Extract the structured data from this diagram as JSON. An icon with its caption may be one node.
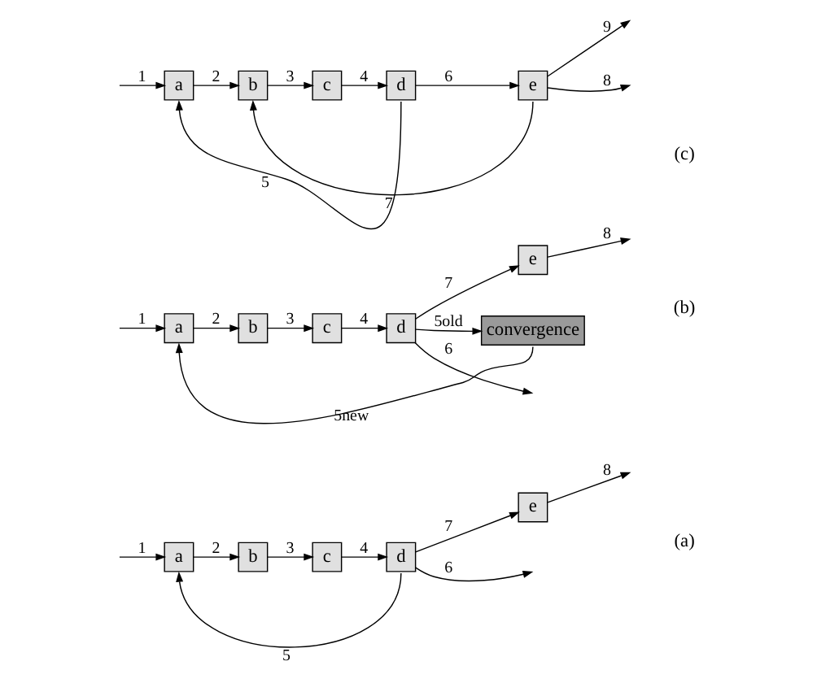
{
  "diagram": {
    "nodes": [
      {
        "text": [
          "a"
        ]
      },
      {
        "text": [
          "b"
        ]
      },
      {
        "text": [
          "c"
        ]
      },
      {
        "text": [
          "d"
        ]
      },
      {
        "text": [
          "e"
        ]
      },
      {
        "text": [
          "a"
        ]
      },
      {
        "text": [
          "b"
        ]
      },
      {
        "text": [
          "c"
        ]
      },
      {
        "text": [
          "d"
        ]
      },
      {
        "text": [
          "e"
        ]
      },
      {
        "text": [
          "convergence"
        ]
      },
      {
        "text": [
          "a"
        ]
      },
      {
        "text": [
          "b"
        ]
      },
      {
        "text": [
          "c"
        ]
      },
      {
        "text": [
          "d"
        ]
      },
      {
        "text": [
          "e"
        ]
      }
    ],
    "edges": [
      {
        "from": null,
        "to": 0,
        "arrow": "to",
        "label": "1"
      },
      {
        "from": 0,
        "to": 1,
        "arrow": "to",
        "label": "2"
      },
      {
        "from": 1,
        "to": 2,
        "arrow": "to",
        "label": "3"
      },
      {
        "from": 2,
        "to": 3,
        "arrow": "to",
        "label": "4"
      },
      {
        "from": 3,
        "to": null,
        "arrow": "to",
        "label": "6"
      },
      {
        "from": 3,
        "to": 4,
        "arrow": "to",
        "label": "7"
      },
      {
        "from": 4,
        "to": null,
        "arrow": "to",
        "label": "8"
      },
      {
        "from": 3,
        "to": 0,
        "arrow": "to",
        "label": "5"
      },
      {
        "from": null,
        "to": 5,
        "arrow": "to",
        "label": "1"
      },
      {
        "from": 5,
        "to": 6,
        "arrow": "to",
        "label": "2"
      },
      {
        "from": 6,
        "to": 7,
        "arrow": "to",
        "label": "3"
      },
      {
        "from": 7,
        "to": 8,
        "arrow": "to",
        "label": "4"
      },
      {
        "from": 8,
        "to": null,
        "arrow": "to",
        "label": "6"
      },
      {
        "from": 8,
        "to": 9,
        "arrow": "to",
        "label": "7"
      },
      {
        "from": 9,
        "to": null,
        "arrow": "to",
        "label": "8"
      },
      {
        "from": 8,
        "to": 10,
        "arrow": "to",
        "label": "5old"
      },
      {
        "from": 10,
        "to": 5,
        "arrow": "to",
        "label": "5new"
      },
      {
        "from": null,
        "to": 11,
        "arrow": "to",
        "label": "1"
      },
      {
        "from": 11,
        "to": 12,
        "arrow": "to",
        "label": "2"
      },
      {
        "from": 12,
        "to": 13,
        "arrow": "to",
        "label": "3"
      },
      {
        "from": 13,
        "to": 14,
        "arrow": "to",
        "label": "4"
      },
      {
        "from": 14,
        "to": 15,
        "arrow": "to",
        "label": "6"
      },
      {
        "from": 15,
        "to": null,
        "arrow": "to",
        "label": "9"
      },
      {
        "from": 15,
        "to": null,
        "arrow": "to",
        "label": "8"
      },
      {
        "from": 15,
        "to": 12,
        "arrow": "to",
        "label": "7"
      },
      {
        "from": 14,
        "to": 11,
        "arrow": "to",
        "label": "5"
      }
    ],
    "labels": [
      "(a)",
      "(b)",
      "(c)"
    ]
  }
}
